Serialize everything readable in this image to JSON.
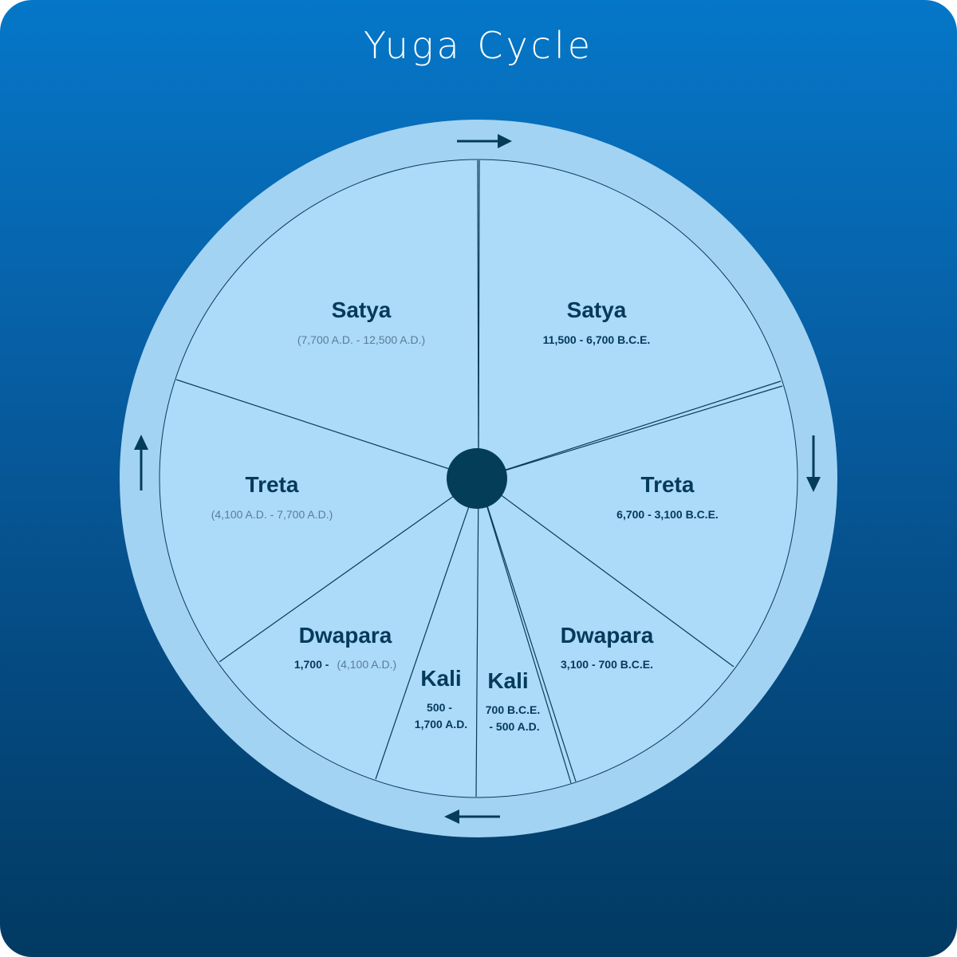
{
  "title": "Yuga Cycle",
  "colors": {
    "background_top": "#0577c8",
    "background_bottom": "#023a62",
    "wheel_outer": "#a3d3f3",
    "wheel_inner": "#acdaf9",
    "hub": "#043d57",
    "text_dark": "#043a5a",
    "text_light": "#5b7d96"
  },
  "segments": {
    "satya_ascending": {
      "name": "Satya",
      "dates": "(7,700 A.D. - 12,500 A.D.)"
    },
    "satya_descending": {
      "name": "Satya",
      "dates": "11,500 - 6,700 B.C.E."
    },
    "treta_ascending": {
      "name": "Treta",
      "dates": "(4,100 A.D. - 7,700 A.D.)"
    },
    "treta_descending": {
      "name": "Treta",
      "dates": "6,700 - 3,100 B.C.E."
    },
    "dwapara_ascending": {
      "name": "Dwapara",
      "dates_start": "1,700 -",
      "dates_end": "(4,100 A.D.)"
    },
    "dwapara_descending": {
      "name": "Dwapara",
      "dates": "3,100 - 700 B.C.E."
    },
    "kali_ascending": {
      "name": "Kali",
      "dates_line1": "500 -",
      "dates_line2": "1,700 A.D."
    },
    "kali_descending": {
      "name": "Kali",
      "dates_line1": "700 B.C.E.",
      "dates_line2": "- 500 A.D."
    }
  },
  "icons": {
    "top": "arrow-right-icon",
    "right": "arrow-down-icon",
    "bottom": "arrow-left-icon",
    "left": "arrow-up-icon"
  }
}
